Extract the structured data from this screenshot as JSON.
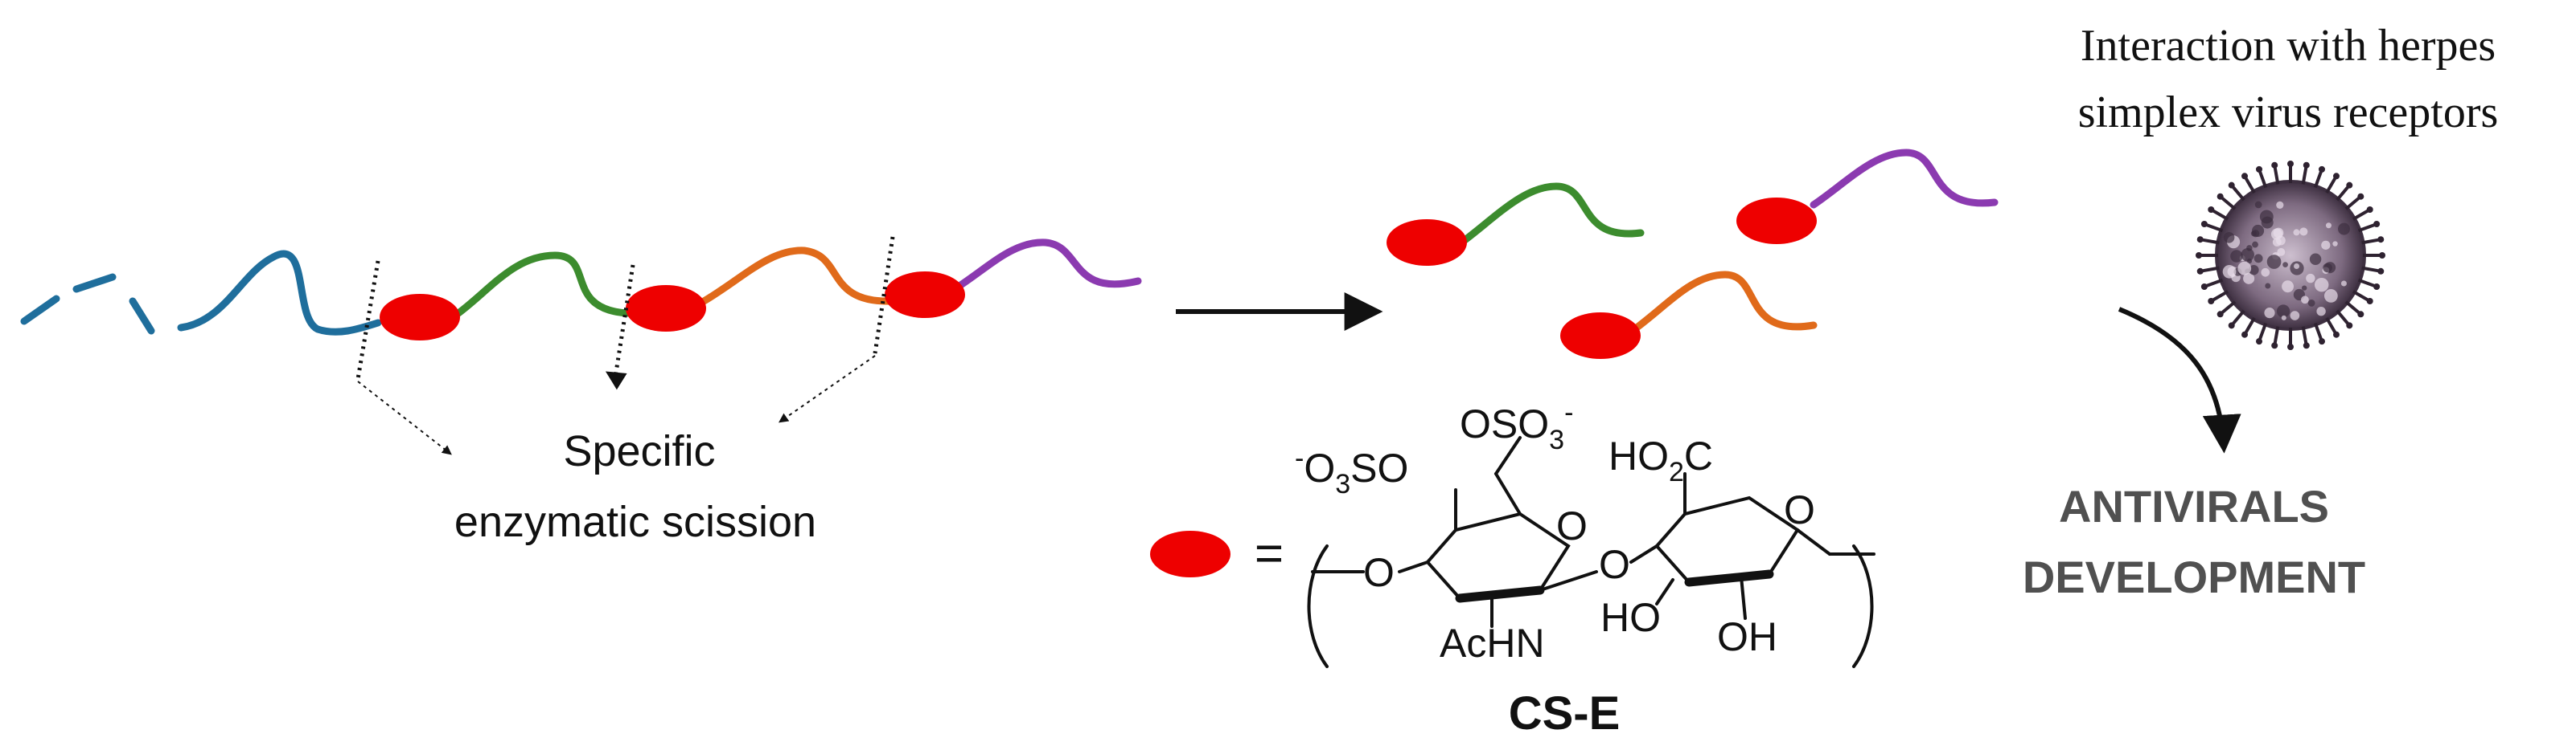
{
  "labels": {
    "scission_line1": "Specific",
    "scission_line2": "enzymatic scission",
    "interaction_line1": "Interaction with herpes",
    "interaction_line2": "simplex virus receptors",
    "outcome_line1": "ANTIVIRALS",
    "outcome_line2": "DEVELOPMENT",
    "equals": "=",
    "compound_name": "CS-E"
  },
  "structure_text": {
    "o3so_minus": "-",
    "o3so_o": "O",
    "o3so_sub3": "3",
    "o3so_so": "SO",
    "oso3_o": "OSO",
    "oso3_sub3": "3",
    "oso3_minus": "-",
    "ho2c_ho": "HO",
    "ho2c_sub2": "2",
    "ho2c_c": "C",
    "ring_o1": "O",
    "ring_o2": "O",
    "link_o_left": "O",
    "link_o_mid": "O",
    "achn": "AcHN",
    "ho": "HO",
    "oh": "OH"
  },
  "colors": {
    "disaccharide_unit": "#ee0000",
    "segment_blue": "#1f6e9c",
    "segment_green": "#3c8c2e",
    "segment_orange": "#e06a1a",
    "segment_purple": "#8b3ab0",
    "arrow": "#111111",
    "outcome_text": "#505050"
  }
}
